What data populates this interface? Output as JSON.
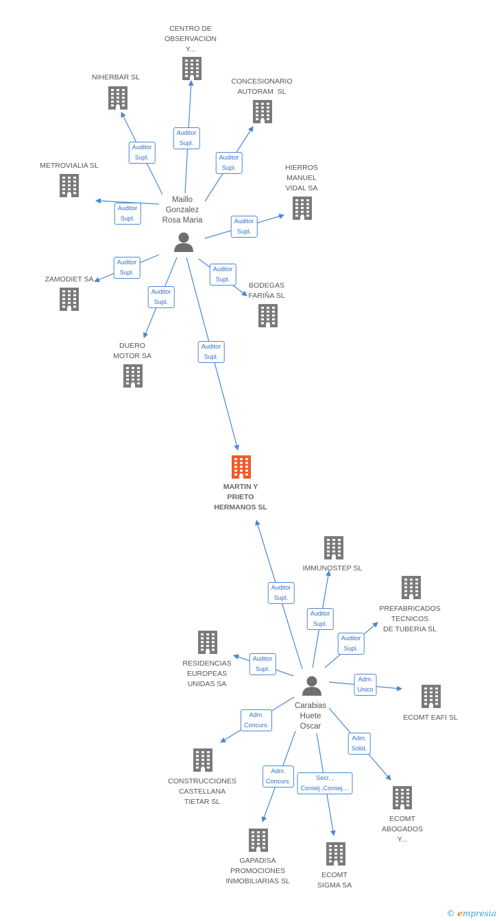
{
  "colors": {
    "edge": "#4a86d4",
    "building": "#7a7a7a",
    "focus": "#f05a28",
    "person": "#6e6e6e"
  },
  "nodes": [
    {
      "id": "centro",
      "type": "company",
      "label": "CENTRO DE\nOBSERVACION\nY..."
    },
    {
      "id": "niherbar",
      "type": "company",
      "label": "NIHERBAR SL"
    },
    {
      "id": "concesionario",
      "type": "company",
      "label": "CONCESIONARIO\nAUTORAM  SL"
    },
    {
      "id": "metrovialia",
      "type": "company",
      "label": "METROVIALIA SL"
    },
    {
      "id": "hierros",
      "type": "company",
      "label": "HIERROS\nMANUEL\nVIDAL SA"
    },
    {
      "id": "zamodiet",
      "type": "company",
      "label": "ZAMODIET SA"
    },
    {
      "id": "bodegas",
      "type": "company",
      "label": "BODEGAS\nFARIÑA SL"
    },
    {
      "id": "duero",
      "type": "company",
      "label": "DUERO\nMOTOR SA"
    },
    {
      "id": "maillo",
      "type": "person",
      "label": "Maillo\nGonzalez\nRosa Maria"
    },
    {
      "id": "martin",
      "type": "focus",
      "label": "MARTIN Y\nPRIETO\nHERMANOS SL"
    },
    {
      "id": "immunostep",
      "type": "company",
      "label": "IMMUNOSTEP SL"
    },
    {
      "id": "prefabricados",
      "type": "company",
      "label": "PREFABRICADOS\nTECNICOS\nDE TUBERIA SL"
    },
    {
      "id": "residencias",
      "type": "company",
      "label": "RESIDENCIAS\nEUROPEAS\nUNIDAS SA"
    },
    {
      "id": "carabias",
      "type": "person",
      "label": "Carabias\nHuete\nOscar"
    },
    {
      "id": "ecomt_eafi",
      "type": "company",
      "label": "ECOMT EAFI SL"
    },
    {
      "id": "construcciones",
      "type": "company",
      "label": "CONSTRUCCIONES\nCASTELLANA\nTIETAR SL"
    },
    {
      "id": "ecomt_abogados",
      "type": "company",
      "label": "ECOMT\nABOGADOS\nY..."
    },
    {
      "id": "gapadisa",
      "type": "company",
      "label": "GAPADISA\nPROMOCIONES\nINMOBILIARIAS SL"
    },
    {
      "id": "ecomt_sigma",
      "type": "company",
      "label": "ECOMT\nSIGMA SA"
    }
  ],
  "edges": [
    {
      "from": "maillo",
      "to": "centro",
      "label": "Auditor\nSupl."
    },
    {
      "from": "maillo",
      "to": "niherbar",
      "label": "Auditor\nSupl."
    },
    {
      "from": "maillo",
      "to": "concesionario",
      "label": "Auditor\nSupl."
    },
    {
      "from": "maillo",
      "to": "metrovialia",
      "label": "Auditor\nSupl."
    },
    {
      "from": "maillo",
      "to": "hierros",
      "label": "Auditor\nSupl."
    },
    {
      "from": "maillo",
      "to": "zamodiet",
      "label": "Auditor\nSupl."
    },
    {
      "from": "maillo",
      "to": "bodegas",
      "label": "Auditor\nSupl."
    },
    {
      "from": "maillo",
      "to": "duero",
      "label": "Auditor\nSupl."
    },
    {
      "from": "maillo",
      "to": "martin",
      "label": "Auditor\nSupl."
    },
    {
      "from": "carabias",
      "to": "martin",
      "label": "Auditor\nSupl."
    },
    {
      "from": "carabias",
      "to": "immunostep",
      "label": "Auditor\nSupl."
    },
    {
      "from": "carabias",
      "to": "prefabricados",
      "label": "Auditor\nSupl."
    },
    {
      "from": "carabias",
      "to": "residencias",
      "label": "Auditor\nSupl."
    },
    {
      "from": "carabias",
      "to": "ecomt_eafi",
      "label": "Adm.\nUnico"
    },
    {
      "from": "carabias",
      "to": "construcciones",
      "label": "Adm.\nConcurs."
    },
    {
      "from": "carabias",
      "to": "ecomt_abogados",
      "label": "Adm.\nSolid."
    },
    {
      "from": "carabias",
      "to": "gapadisa",
      "label": "Adm.\nConcurs."
    },
    {
      "from": "carabias",
      "to": "ecomt_sigma",
      "label": "Secr. ,\nConsej.,Consej...."
    }
  ],
  "brand": {
    "copyright": "©",
    "name": "mpresia",
    "initial": "e"
  }
}
